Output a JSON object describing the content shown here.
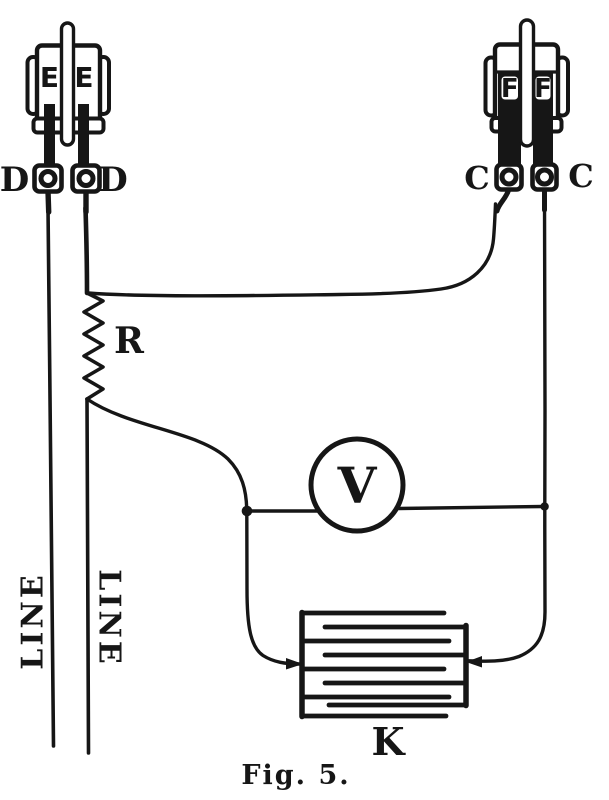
{
  "diagram": {
    "caption": "Fig. 5.",
    "fuse_block_left": {
      "letter_a": "E",
      "letter_b": "E"
    },
    "fuse_block_right": {
      "letter_a": "F",
      "letter_b": "F"
    },
    "terminals": {
      "left_a": "D",
      "left_b": "D",
      "right_a": "C",
      "right_b": "C"
    },
    "resistor_label": "R",
    "voltmeter_label": "V",
    "coil_label": "K",
    "line_label_left": "LINE",
    "line_label_right": "LINE",
    "colors": {
      "ink": "#161616",
      "paper": "#ffffff"
    }
  }
}
